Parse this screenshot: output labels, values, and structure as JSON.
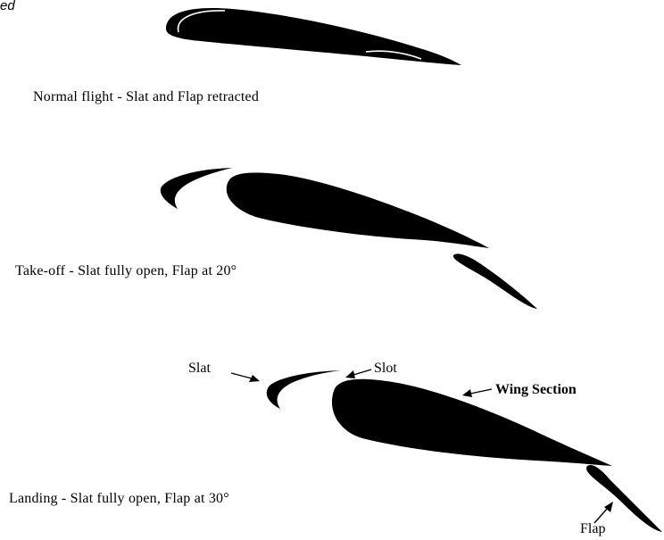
{
  "fragment_text": "ed",
  "captions": {
    "normal": "Normal flight - Slat and Flap retracted",
    "takeoff": "Take-off - Slat fully open, Flap at 20°",
    "landing": "Landing - Slat fully open, Flap at 30°"
  },
  "labels": {
    "slat": "Slat",
    "slot": "Slot",
    "wing_section": "Wing Section",
    "flap": "Flap"
  },
  "colors": {
    "airfoil_fill": "#000000",
    "background": "#ffffff",
    "seam_line": "#ffffff"
  }
}
